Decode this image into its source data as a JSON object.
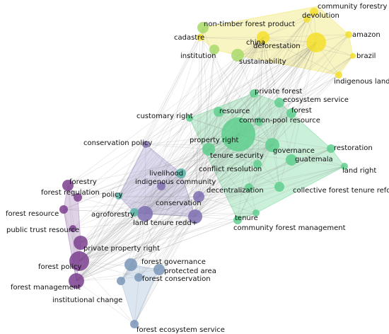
{
  "colors": {
    "yellow": "#f3df2b",
    "lime": "#a9d96a",
    "green": "#5fcf8e",
    "teal": "#56b3a5",
    "purple": "#7b3f8f",
    "violet": "#7f6fb2",
    "blue": "#7a97b8"
  },
  "clusters": [
    {
      "name": "yellow-cluster",
      "color": "#f5ee9a",
      "nodes": [
        "non-timber forest product",
        "devolution",
        "community forestry",
        "amazon",
        "brazil",
        "indigenous land",
        "institution",
        "cadastre"
      ]
    },
    {
      "name": "green-cluster",
      "color": "#a8e6c0",
      "nodes": [
        "private forest",
        "ecosystem service",
        "forest",
        "restoration",
        "land right",
        "collective forest tenure reform",
        "community forest management",
        "tenure",
        "decentralization",
        "customary right"
      ]
    },
    {
      "name": "violet-cluster",
      "color": "#c6bfe2",
      "nodes": [
        "conservation policy",
        "redd+",
        "land tenure",
        "agroforestry",
        "policy",
        "livelihood"
      ]
    },
    {
      "name": "purple-cluster",
      "color": "#c9b3d6",
      "nodes": [
        "forestry",
        "forest resource",
        "forest management",
        "forest policy",
        "private property right",
        "forest regulation"
      ]
    },
    {
      "name": "blue-cluster",
      "color": "#c5d6e6",
      "nodes": [
        "forest governance",
        "protected area",
        "forest ecosystem service",
        "institutional change"
      ]
    }
  ],
  "nodes": [
    {
      "label": "community forestry",
      "group": "yellow",
      "r": 6
    },
    {
      "label": "devolution",
      "group": "yellow",
      "r": 5
    },
    {
      "label": "non-timber forest product",
      "group": "lime",
      "r": 8
    },
    {
      "label": "cadastre",
      "group": "yellow",
      "r": 5
    },
    {
      "label": "china",
      "group": "yellow",
      "r": 9
    },
    {
      "label": "deforestation",
      "group": "yellow",
      "r": 14
    },
    {
      "label": "amazon",
      "group": "yellow",
      "r": 5
    },
    {
      "label": "brazil",
      "group": "yellow",
      "r": 4
    },
    {
      "label": "institution",
      "group": "lime",
      "r": 7
    },
    {
      "label": "sustainability",
      "group": "lime",
      "r": 9
    },
    {
      "label": "indigenous land",
      "group": "yellow",
      "r": 5
    },
    {
      "label": "private forest",
      "group": "green",
      "r": 6
    },
    {
      "label": "ecosystem service",
      "group": "green",
      "r": 7
    },
    {
      "label": "resource",
      "group": "green",
      "r": 7
    },
    {
      "label": "forest",
      "group": "green",
      "r": 7
    },
    {
      "label": "common-pool resource",
      "group": "green",
      "r": 6
    },
    {
      "label": "customary right",
      "group": "green",
      "r": 5
    },
    {
      "label": "property right",
      "group": "green",
      "r": 24
    },
    {
      "label": "tenure security",
      "group": "green",
      "r": 9
    },
    {
      "label": "governance",
      "group": "green",
      "r": 10
    },
    {
      "label": "restoration",
      "group": "green",
      "r": 6
    },
    {
      "label": "guatemala",
      "group": "green",
      "r": 8
    },
    {
      "label": "conflict resolution",
      "group": "green",
      "r": 6
    },
    {
      "label": "land right",
      "group": "green",
      "r": 5
    },
    {
      "label": "decentralization",
      "group": "green",
      "r": 6
    },
    {
      "label": "collective forest tenure reform",
      "group": "green",
      "r": 7
    },
    {
      "label": "tenure",
      "group": "green",
      "r": 5
    },
    {
      "label": "community forest management",
      "group": "green",
      "r": 6
    },
    {
      "label": "conservation policy",
      "group": "violet",
      "r": 5
    },
    {
      "label": "livelihood",
      "group": "teal",
      "r": 7
    },
    {
      "label": "indigenous community",
      "group": "violet",
      "r": 6
    },
    {
      "label": "policy",
      "group": "teal",
      "r": 5
    },
    {
      "label": "conservation",
      "group": "violet",
      "r": 8
    },
    {
      "label": "agroforestry",
      "group": "teal",
      "r": 6
    },
    {
      "label": "land tenure",
      "group": "violet",
      "r": 11
    },
    {
      "label": "redd+",
      "group": "violet",
      "r": 10
    },
    {
      "label": "forestry",
      "group": "purple",
      "r": 8
    },
    {
      "label": "forest regulation",
      "group": "purple",
      "r": 6
    },
    {
      "label": "forest resource",
      "group": "purple",
      "r": 6
    },
    {
      "label": "public trust resource",
      "group": "purple",
      "r": 5
    },
    {
      "label": "private property right",
      "group": "purple",
      "r": 10
    },
    {
      "label": "forest policy",
      "group": "purple",
      "r": 14
    },
    {
      "label": "forest management",
      "group": "purple",
      "r": 11
    },
    {
      "label": "forest governance",
      "group": "blue",
      "r": 9
    },
    {
      "label": "protected area",
      "group": "blue",
      "r": 8
    },
    {
      "label": "forest conservation",
      "group": "blue",
      "r": 6
    },
    {
      "label": "institutional change",
      "group": "blue",
      "r": 6
    },
    {
      "label": "forest ecosystem service",
      "group": "blue",
      "r": 6
    }
  ]
}
